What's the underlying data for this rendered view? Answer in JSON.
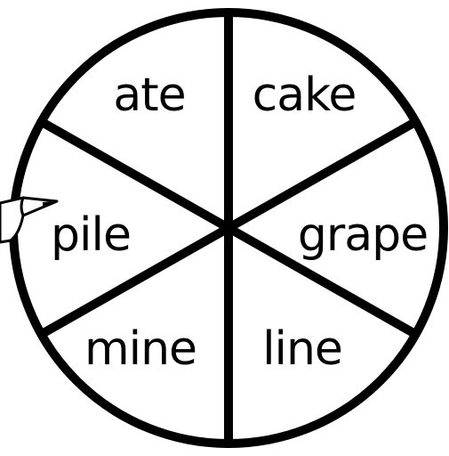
{
  "wheel": {
    "segments": [
      {
        "label": "ate"
      },
      {
        "label": "cake"
      },
      {
        "label": "grape"
      },
      {
        "label": "line"
      },
      {
        "label": "mine"
      },
      {
        "label": "pile"
      }
    ],
    "pointer": "pencil-tip-icon",
    "colors": {
      "background": "#ffffff",
      "stroke": "#000000",
      "text": "#000000"
    }
  }
}
